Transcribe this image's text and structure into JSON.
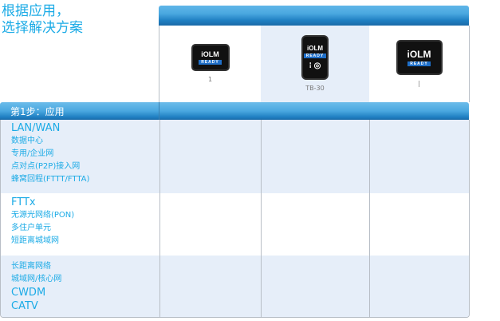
{
  "title": {
    "line1": "根据应用，",
    "line2": "选择解决方案"
  },
  "products": [
    {
      "name": "1",
      "screen": "iOLM",
      "badge": "READY"
    },
    {
      "name": "TB-30",
      "screen": "iOLM",
      "badge": "READY"
    },
    {
      "name": "|",
      "screen": "iOLM",
      "badge": "READY"
    }
  ],
  "step": {
    "label": "第1步：应用"
  },
  "rows": [
    {
      "items": [
        "LAN/WAN",
        "数据中心",
        "专用/企业网",
        "点对点(P2P)接入网",
        "蜂窝回程(FTTT/FTTA)"
      ]
    },
    {
      "items": [
        "FTTx",
        "无源光网络(PON)",
        "多住户单元",
        "短距离城域网"
      ]
    },
    {
      "items": [
        "长距离网络",
        "城域网/核心网",
        "CWDM",
        "CATV"
      ]
    }
  ],
  "colors": {
    "accent": "#1cabe6",
    "row_alt": "#e6eef9",
    "header": "#3a9ad8"
  }
}
